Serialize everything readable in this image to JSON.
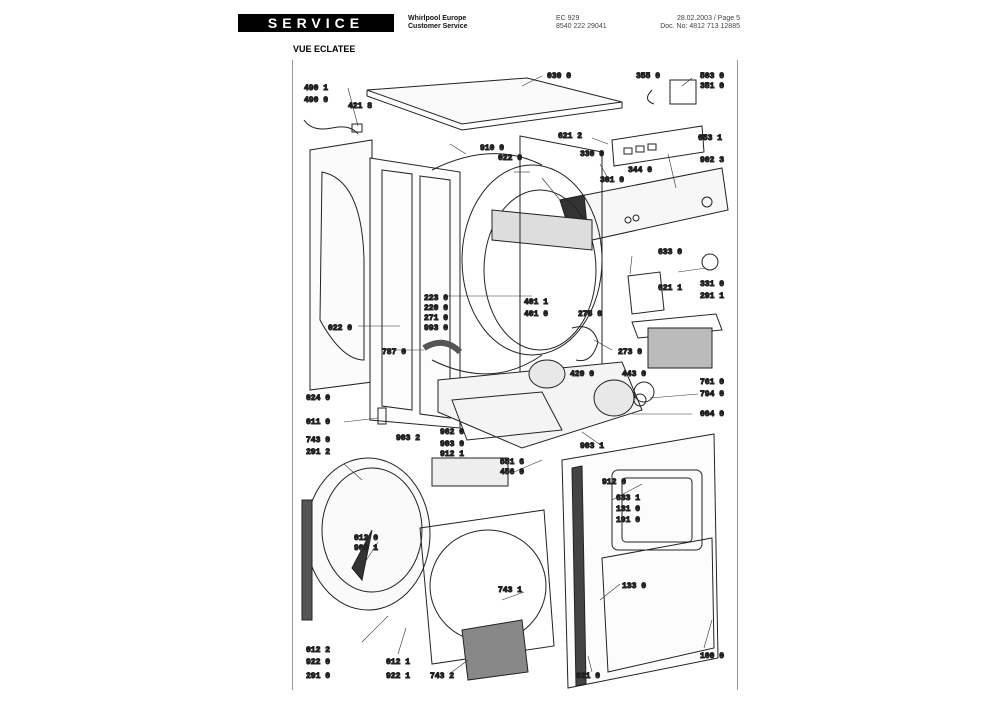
{
  "header": {
    "service": "SERVICE",
    "brand_line1": "Whirlpool Europe",
    "brand_line2": "Customer Service",
    "code_line1": "EC 929",
    "code_line2": "8540 222 29041",
    "date_page": "28.02.2003 / Page 5",
    "doc_no": "Doc. No: 4812 713 12885"
  },
  "section_title": "VUE ECLATEE",
  "parts": [
    "490 1",
    "490 0",
    "421 8",
    "030 0",
    "355 0",
    "503 0",
    "351 0",
    "621 2",
    "653 1",
    "910 0",
    "022 0",
    "330 0",
    "344 0",
    "902 3",
    "301 0",
    "633 0",
    "621 1",
    "331 0",
    "291 1",
    "223 0",
    "220 0",
    "271 0",
    "993 0",
    "401 1",
    "401 0",
    "275 0",
    "022 0",
    "787 0",
    "273 0",
    "420 0",
    "443 0",
    "761 0",
    "794 0",
    "024 0",
    "004 0",
    "011 0",
    "903 2",
    "962 0",
    "903 0",
    "912 1",
    "903 1",
    "743 0",
    "291 2",
    "551 6",
    "456 0",
    "912 0",
    "633 1",
    "131 0",
    "191 0",
    "012 0",
    "902 1",
    "743 1",
    "133 0",
    "012 2",
    "922 0",
    "291 0",
    "012 1",
    "922 1",
    "743 2",
    "021 0",
    "100 0"
  ]
}
